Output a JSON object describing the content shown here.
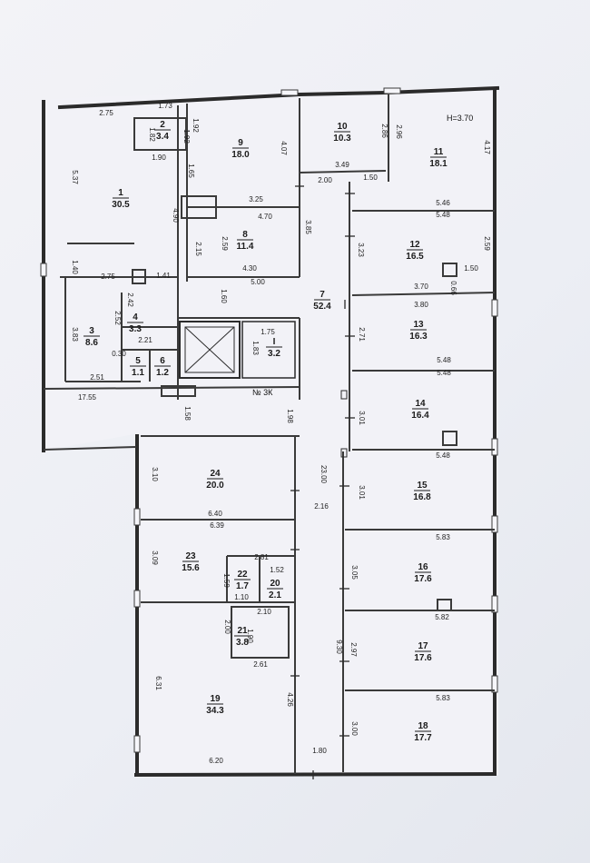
{
  "plan": {
    "height_label": "H=3.70",
    "section_label": "№ 3К",
    "rooms": [
      {
        "id": "1",
        "num": "1",
        "area": "30.5"
      },
      {
        "id": "2",
        "num": "2",
        "area": "3.4"
      },
      {
        "id": "3",
        "num": "3",
        "area": "8.6"
      },
      {
        "id": "4",
        "num": "4",
        "area": "3.3"
      },
      {
        "id": "5",
        "num": "5",
        "area": "1.1"
      },
      {
        "id": "6",
        "num": "6",
        "area": "1.2"
      },
      {
        "id": "7",
        "num": "7",
        "area": "52.4"
      },
      {
        "id": "8",
        "num": "8",
        "area": "11.4"
      },
      {
        "id": "9",
        "num": "9",
        "area": "18.0"
      },
      {
        "id": "10",
        "num": "10",
        "area": "10.3"
      },
      {
        "id": "11",
        "num": "11",
        "area": "18.1"
      },
      {
        "id": "12",
        "num": "12",
        "area": "16.5"
      },
      {
        "id": "13",
        "num": "13",
        "area": "16.3"
      },
      {
        "id": "14",
        "num": "14",
        "area": "16.4"
      },
      {
        "id": "15",
        "num": "15",
        "area": "16.8"
      },
      {
        "id": "16",
        "num": "16",
        "area": "17.6"
      },
      {
        "id": "17",
        "num": "17",
        "area": "17.6"
      },
      {
        "id": "18",
        "num": "18",
        "area": "17.7"
      },
      {
        "id": "19",
        "num": "19",
        "area": "34.3"
      },
      {
        "id": "20",
        "num": "20",
        "area": "2.1"
      },
      {
        "id": "21",
        "num": "21",
        "area": "3.8"
      },
      {
        "id": "22",
        "num": "22",
        "area": "1.7"
      },
      {
        "id": "23",
        "num": "23",
        "area": "15.6"
      },
      {
        "id": "24",
        "num": "24",
        "area": "20.0"
      },
      {
        "id": "I",
        "num": "I",
        "area": "3.2"
      }
    ],
    "dimensions": [
      "2.75",
      "1.73",
      "1.92",
      "1.82",
      "1.92",
      "1.90",
      "5.37",
      "4.07",
      "1.65",
      "2.86",
      "2.96",
      "4.17",
      "3.49",
      "2.00",
      "1.50",
      "4.90",
      "3.25",
      "4.70",
      "3.85",
      "5.46",
      "5.48",
      "2.59",
      "2.15",
      "3.23",
      "2.59",
      "1.40",
      "2.75",
      "1.41",
      "4.30",
      "5.00",
      "1.60",
      "1.50",
      "0.66",
      "2.42",
      "3.70",
      "3.80",
      "2.52",
      "3.83",
      "0.30",
      "2.21",
      "2.71",
      "1.75",
      "1.83",
      "2.51",
      "5.48",
      "5.48",
      "17.55",
      "1.58",
      "1.98",
      "3.01",
      "5.48",
      "3.10",
      "23.00",
      "3.01",
      "2.16",
      "6.40",
      "6.39",
      "5.83",
      "3.09",
      "2.81",
      "1.52",
      "1.59",
      "3.05",
      "1.10",
      "2.10",
      "5.82",
      "2.00",
      "1.90",
      "9.30",
      "2.97",
      "2.61",
      "6.31",
      "4.26",
      "5.83",
      "3.00",
      "6.20",
      "1.80"
    ]
  }
}
